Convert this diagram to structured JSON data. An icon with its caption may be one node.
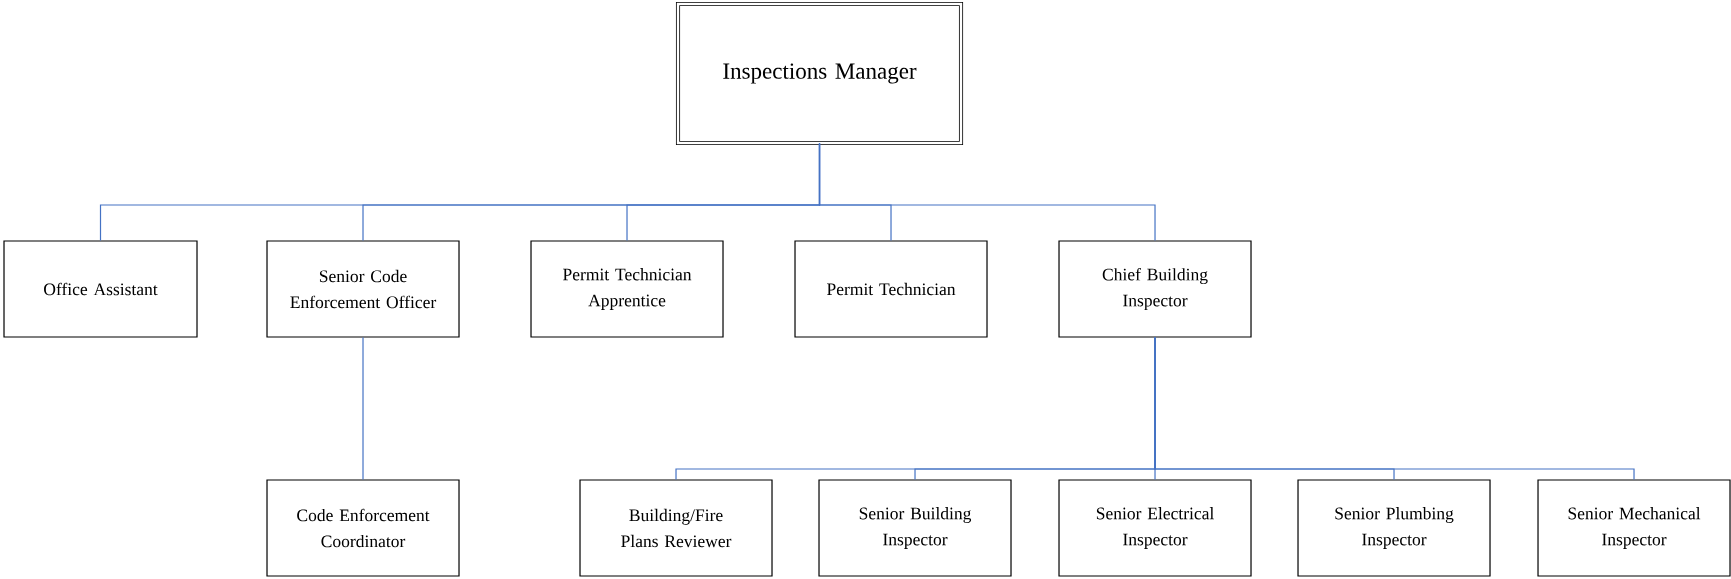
{
  "diagram": {
    "nodes": [
      {
        "text": [
          "Inspections Manager"
        ]
      },
      {
        "text": [
          "Office Assistant"
        ]
      },
      {
        "text": [
          "Senior Code Enforcement Officer"
        ]
      },
      {
        "text": [
          "Permit Technician Apprentice"
        ]
      },
      {
        "text": [
          "Permit Technician"
        ]
      },
      {
        "text": [
          "Chief Building Inspector"
        ]
      },
      {
        "text": [
          "Code Enforcement Coordinator"
        ]
      },
      {
        "text": [
          "Building/Fire Plans Reviewer"
        ]
      },
      {
        "text": [
          "Senior Building Inspector"
        ]
      },
      {
        "text": [
          "Senior Electrical Inspector"
        ]
      },
      {
        "text": [
          "Senior Plumbing Inspector"
        ]
      },
      {
        "text": [
          "Senior Mechanical Inspector"
        ]
      }
    ],
    "edges": [
      {
        "from": 0,
        "to": 1,
        "arrow": "none"
      },
      {
        "from": 0,
        "to": 2,
        "arrow": "none"
      },
      {
        "from": 0,
        "to": 3,
        "arrow": "none"
      },
      {
        "from": 0,
        "to": 4,
        "arrow": "none"
      },
      {
        "from": 0,
        "to": 5,
        "arrow": "none"
      },
      {
        "from": 2,
        "to": 6,
        "arrow": "none"
      },
      {
        "from": 5,
        "to": 7,
        "arrow": "none"
      },
      {
        "from": 5,
        "to": 8,
        "arrow": "none"
      },
      {
        "from": 5,
        "to": 9,
        "arrow": "none"
      },
      {
        "from": 5,
        "to": 10,
        "arrow": "none"
      },
      {
        "from": 5,
        "to": 11,
        "arrow": "none"
      }
    ]
  }
}
